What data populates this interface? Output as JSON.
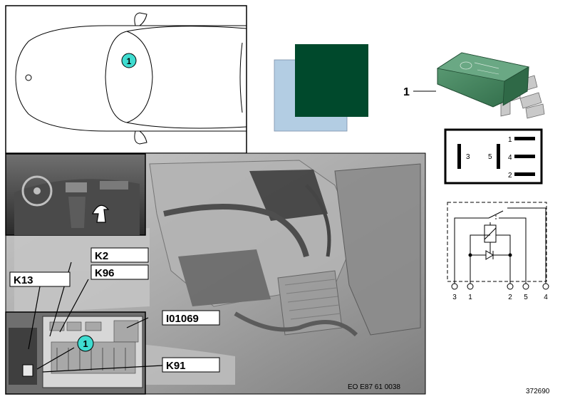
{
  "labels": {
    "k2": "K2",
    "k96": "K96",
    "k13": "K13",
    "i01069": "I01069",
    "k91": "K91",
    "callout_main": "1",
    "callout_car": "1",
    "callout_photo": "1",
    "photo_code": "EO E87 61 0038",
    "image_number": "372690"
  },
  "relay_symbol": {
    "pin_left_3": "3",
    "pin_left_5": "5",
    "pin_right_1": "1",
    "pin_right_4": "4",
    "pin_right_2": "2"
  },
  "schematic": {
    "pins": [
      "3",
      "1",
      "2",
      "5",
      "4"
    ]
  },
  "colors": {
    "relay_green": "#3e7f5a",
    "swatch_dark": "#00492c",
    "swatch_light": "#b3cde3",
    "callout_fill": "#3fdcd0"
  }
}
